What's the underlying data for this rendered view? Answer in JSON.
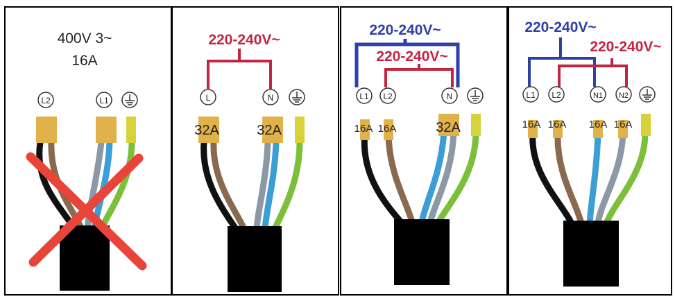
{
  "colors": {
    "background": "#ffffff",
    "border": "#000000",
    "supply_red": "#c2253f",
    "supply_blue": "#2f3fa9",
    "cross": "#e8443a",
    "terminal_tan": "#e2b24a",
    "wire_black": "#111111",
    "wire_brown": "#8a6a4f",
    "wire_blue": "#3a9fd6",
    "wire_grey": "#8d98a6",
    "wire_earth_green": "#7cbf3a",
    "wire_earth_yellow": "#d8d23a",
    "cable_sheath": "#000000"
  },
  "panels": [
    {
      "supply_text_line1": "400V 3~",
      "supply_text_line2": "16A",
      "terminals": [
        "L2",
        "L1"
      ],
      "crossed_out": true
    },
    {
      "supply_red": "220-240V~",
      "terminals": [
        "L",
        "N"
      ],
      "currents": [
        "32A",
        "32A"
      ]
    },
    {
      "supply_blue": "220-240V~",
      "supply_red": "220-240V~",
      "terminals": [
        "L1",
        "L2",
        "N"
      ],
      "currents": [
        "16A",
        "16A",
        "32A"
      ]
    },
    {
      "supply_blue": "220-240V~",
      "supply_red": "220-240V~",
      "terminals": [
        "L1",
        "L2",
        "N1",
        "N2"
      ],
      "currents": [
        "16A",
        "16A",
        "16A",
        "16A"
      ]
    }
  ],
  "icons": {
    "earth": "earth-ground-icon",
    "cross": "cross-out-icon"
  }
}
